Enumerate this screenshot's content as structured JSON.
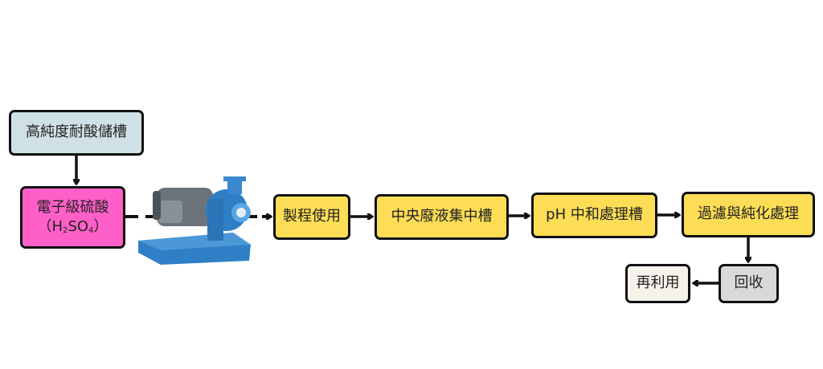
{
  "nodes": {
    "tank": "高純度耐酸儲槽",
    "acid_line1": "電子級硫酸",
    "acid_open": "（H",
    "acid_sub1": "2",
    "acid_mid": "SO",
    "acid_sub2": "4",
    "acid_close": "）",
    "process": "製程使用",
    "central": "中央廢液集中槽",
    "neutral": "pH 中和處理槽",
    "filter": "過濾與純化處理",
    "recover": "回收",
    "reuse": "再利用"
  },
  "colors": {
    "tank": "#cfe1e6",
    "acid": "#ff5fc8",
    "process": "#fddd55",
    "recover": "#d9d9d9",
    "reuse": "#f5f2ea",
    "pump": "#2f7fc6"
  },
  "icons": {
    "pump": "chemical-pump-image"
  }
}
